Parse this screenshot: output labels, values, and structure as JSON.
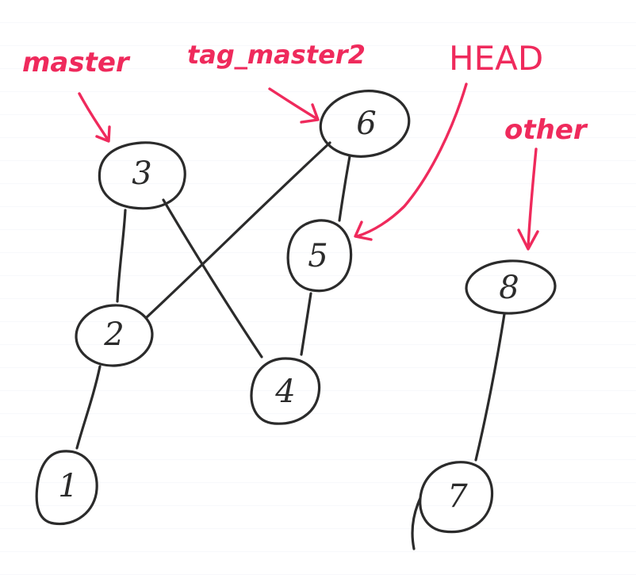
{
  "colors": {
    "ink": "#2b2b2b",
    "marker": "#ef2a5c"
  },
  "diagram": {
    "nodes": [
      {
        "id": "n1",
        "label": "1"
      },
      {
        "id": "n2",
        "label": "2"
      },
      {
        "id": "n3",
        "label": "3"
      },
      {
        "id": "n4",
        "label": "4"
      },
      {
        "id": "n5",
        "label": "5"
      },
      {
        "id": "n6",
        "label": "6"
      },
      {
        "id": "n7",
        "label": "7"
      },
      {
        "id": "n8",
        "label": "8"
      }
    ],
    "edges": [
      {
        "from": "n3",
        "to": "n2"
      },
      {
        "from": "n3",
        "to": "n4"
      },
      {
        "from": "n6",
        "to": "n2"
      },
      {
        "from": "n6",
        "to": "n5"
      },
      {
        "from": "n5",
        "to": "n4"
      },
      {
        "from": "n2",
        "to": "n1"
      },
      {
        "from": "n8",
        "to": "n7"
      }
    ],
    "refs": [
      {
        "id": "master",
        "label": "master",
        "target": "n3"
      },
      {
        "id": "tag",
        "label": "tag_master2",
        "target": "n6"
      },
      {
        "id": "head",
        "label": "HEAD",
        "target": "n5"
      },
      {
        "id": "other",
        "label": "other",
        "target": "n8"
      }
    ]
  }
}
